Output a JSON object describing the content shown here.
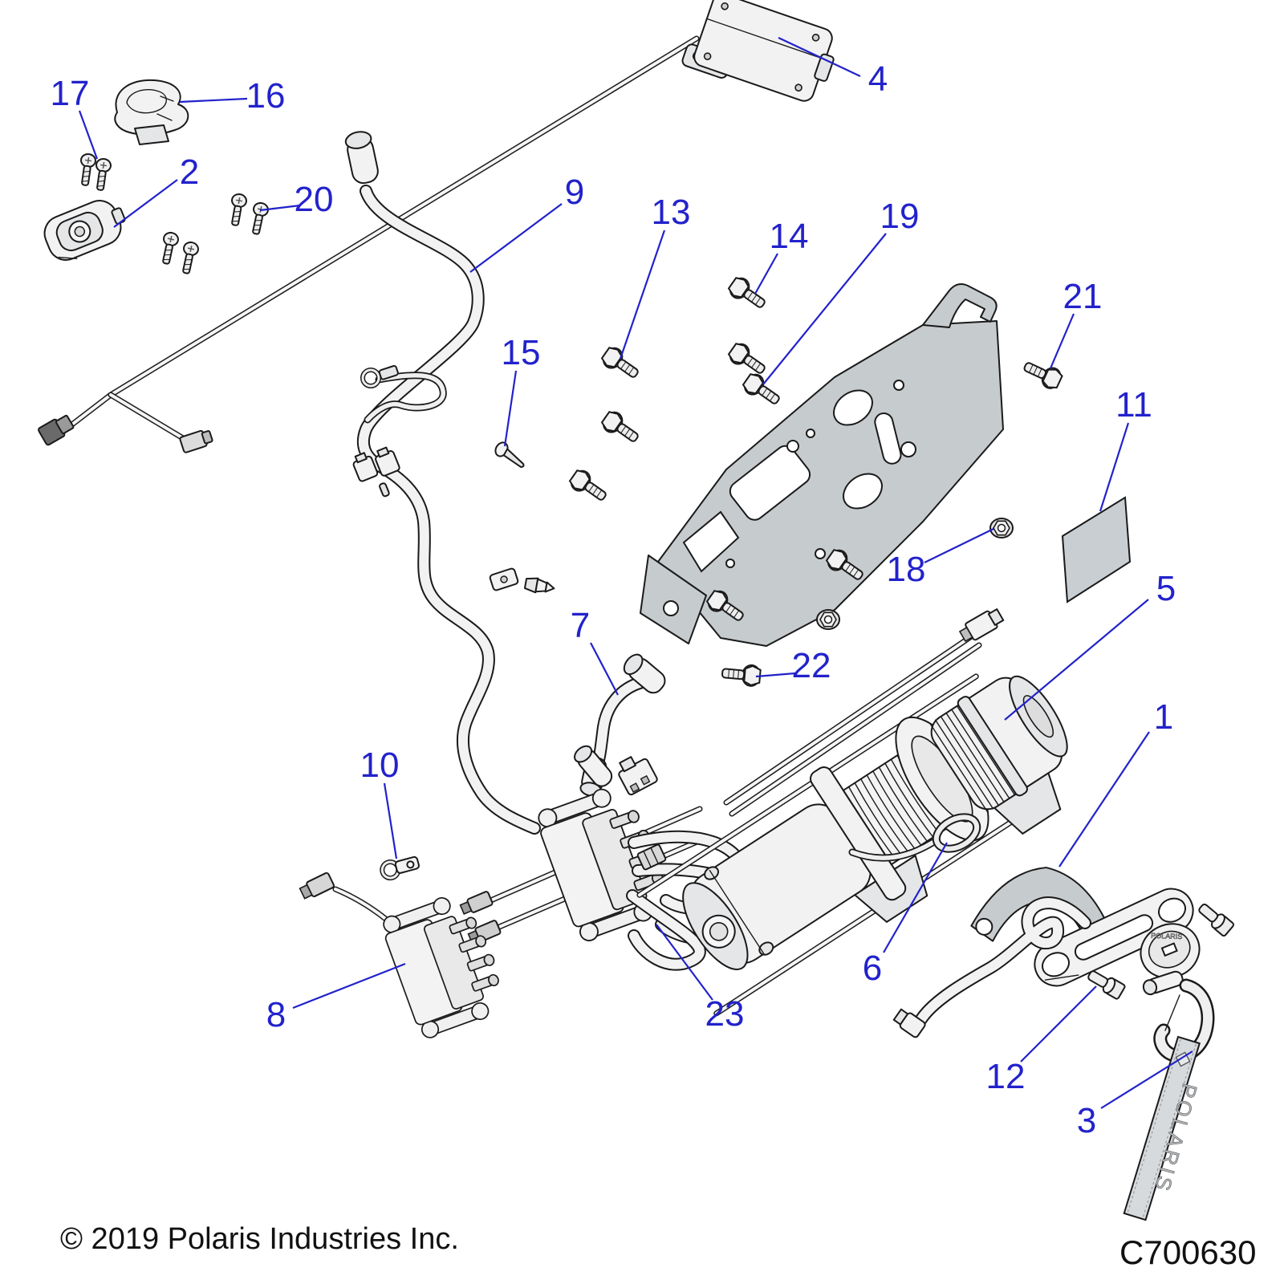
{
  "diagram": {
    "type": "exploded-parts-diagram",
    "subject": "winch-assembly",
    "copyright": "© 2019 Polaris Industries Inc.",
    "part_code": "C700630",
    "strap_text": "POLARIS",
    "stopper_text": "POLARIS",
    "accent_color": "#2222cc",
    "line_color": "#1a1a1a",
    "plate_color": "#c6cbce",
    "callouts": [
      {
        "num": "1"
      },
      {
        "num": "2"
      },
      {
        "num": "3"
      },
      {
        "num": "4"
      },
      {
        "num": "5"
      },
      {
        "num": "6"
      },
      {
        "num": "7"
      },
      {
        "num": "8"
      },
      {
        "num": "9"
      },
      {
        "num": "10"
      },
      {
        "num": "11"
      },
      {
        "num": "12"
      },
      {
        "num": "13"
      },
      {
        "num": "14"
      },
      {
        "num": "15"
      },
      {
        "num": "16"
      },
      {
        "num": "17"
      },
      {
        "num": "18"
      },
      {
        "num": "19"
      },
      {
        "num": "20"
      },
      {
        "num": "21"
      },
      {
        "num": "22"
      },
      {
        "num": "23"
      }
    ]
  }
}
